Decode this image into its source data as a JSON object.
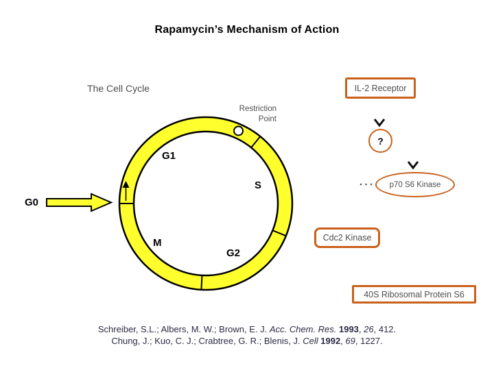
{
  "slide": {
    "title": "Rapamycin’s Mechanism of Action",
    "diagram_label": "The Cell Cycle"
  },
  "cell_cycle": {
    "phase_g0": "G0",
    "phase_g1": "G1",
    "phase_s": "S",
    "phase_g2": "G2",
    "phase_m": "M",
    "restriction_line1": "Restriction",
    "restriction_line2": "Point"
  },
  "pathway": {
    "il2_receptor_label": "IL-2 Receptor",
    "unknown_step_label": "?",
    "p70_s6_kinase_label": "p70 S6 Kinase",
    "cdc2_kinase_label": "Cdc2 Kinase",
    "ribosomal_label": "40S Ribosomal Protein S6"
  },
  "citation": {
    "line1": {
      "authors": "Schreiber, S.L.; Albers, M. W.; Brown, E. J. ",
      "journal": "Acc. Chem. Res. ",
      "year": "1993",
      "comma1": ", ",
      "volume": "26",
      "tail": ", 412."
    },
    "line2": {
      "authors": "Chung, J.; Kuo, C. J.; Crabtree, G. R.; Blenis, J. ",
      "journal": "Cell ",
      "year": "1992",
      "comma1": ", ",
      "volume": "69",
      "tail": ", 1227."
    }
  },
  "colors": {
    "ring_yellow": "#FFFF2E",
    "outline_black": "#000000",
    "accent_orange": "#C9601A",
    "label_gray": "#4D4D4D",
    "citation_color": "#2A2A44"
  }
}
